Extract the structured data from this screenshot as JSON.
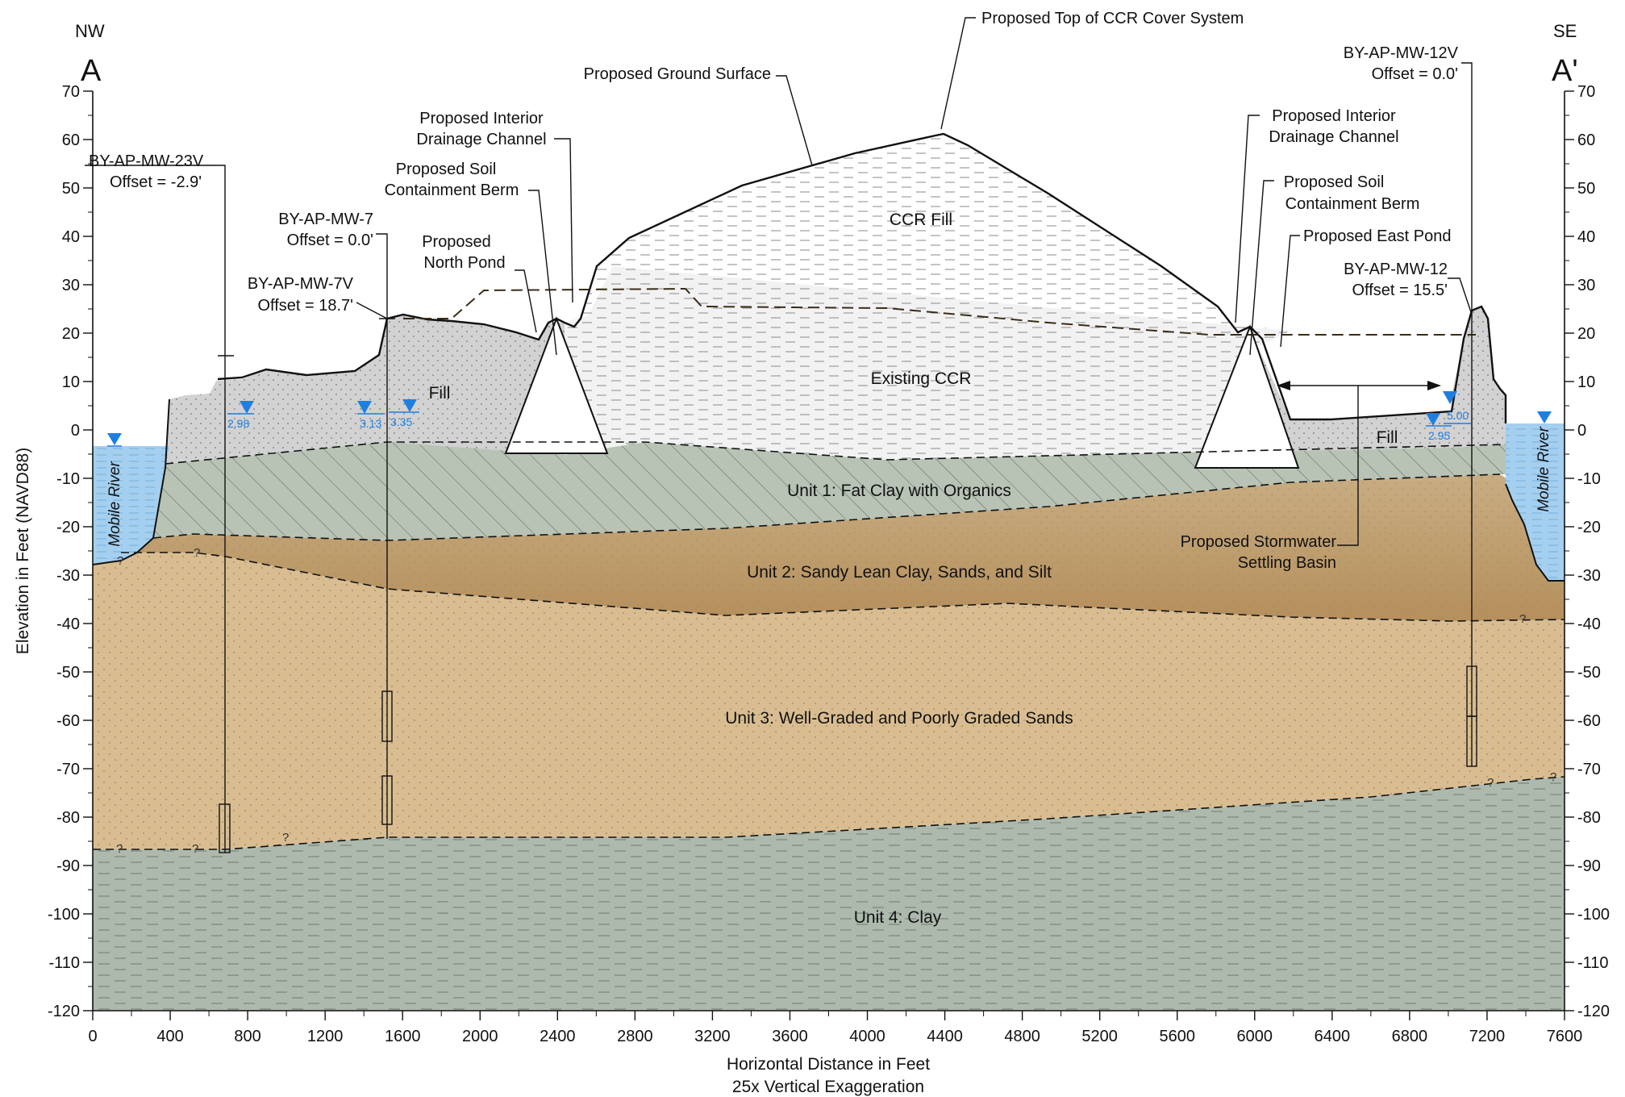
{
  "section": {
    "left_direction": "NW",
    "right_direction": "SE",
    "left_letter": "A",
    "right_letter": "A'"
  },
  "axes": {
    "y_title": "Elevation in Feet (NAVD88)",
    "x_title": "Horizontal Distance in Feet",
    "x_subtitle": "25x Vertical Exaggeration",
    "x_range": [
      0,
      7600
    ],
    "y_range": [
      -120,
      70
    ],
    "x_ticks": [
      "0",
      "400",
      "800",
      "1200",
      "1600",
      "2000",
      "2400",
      "2800",
      "3200",
      "3600",
      "4000",
      "4400",
      "4800",
      "5200",
      "5600",
      "6000",
      "6400",
      "6800",
      "7200",
      "7600"
    ],
    "y_ticks": [
      "70",
      "60",
      "50",
      "40",
      "30",
      "20",
      "10",
      "0",
      "-10",
      "-20",
      "-30",
      "-40",
      "-50",
      "-60",
      "-70",
      "-80",
      "-90",
      "-100",
      "-110",
      "-120"
    ]
  },
  "units": {
    "unit1": "Unit 1: Fat Clay with Organics",
    "unit2": "Unit 2: Sandy Lean Clay, Sands, and Silt",
    "unit3": "Unit 3: Well-Graded and Poorly Graded Sands",
    "unit4": "Unit 4: Clay",
    "ccr_fill": "CCR Fill",
    "existing_ccr": "Existing CCR",
    "fill_left": "Fill",
    "fill_right": "Fill",
    "river_left": "Mobile River",
    "river_right": "Mobile River"
  },
  "callouts": {
    "top_cover": "Proposed Top of CCR Cover System",
    "ground_surface": "Proposed Ground Surface",
    "interior_channel_left_1": "Proposed Interior",
    "interior_channel_left_2": "Drainage Channel",
    "soil_berm_left_1": "Proposed Soil",
    "soil_berm_left_2": "Containment Berm",
    "north_pond_1": "Proposed",
    "north_pond_2": "North Pond",
    "interior_channel_right_1": "Proposed Interior",
    "interior_channel_right_2": "Drainage Channel",
    "soil_berm_right_1": "Proposed Soil",
    "soil_berm_right_2": "Containment Berm",
    "east_pond": "Proposed East Pond",
    "stormwater_1": "Proposed Stormwater",
    "stormwater_2": "Settling Basin"
  },
  "wells": {
    "mw23v_name": "BY-AP-MW-23V",
    "mw23v_offset": "Offset = -2.9'",
    "mw7_name": "BY-AP-MW-7",
    "mw7_offset": "Offset = 0.0'",
    "mw7v_name": "BY-AP-MW-7V",
    "mw7v_offset": "Offset = 18.7'",
    "mw12v_name": "BY-AP-MW-12V",
    "mw12v_offset": "Offset = 0.0'",
    "mw12_name": "BY-AP-MW-12",
    "mw12_offset": "Offset = 15.5'"
  },
  "water_levels": {
    "mw23v": "2.98",
    "mw7v": "3.13",
    "mw7": "3.35",
    "mw12v": "5.00",
    "mw12": "2.95"
  },
  "uncertain_marker": "?",
  "colors": {
    "unit1": "#b8c3b6",
    "unit2_top": "#c8ad82",
    "unit2_bottom": "#b58f5c",
    "unit3": "#d9bd91",
    "unit4": "#aeb9ae",
    "ccr_fill": "#ffffff",
    "existing_ccr": "#f2f2f2",
    "fill": "#d2d2d2",
    "river": "#a5cfee",
    "water_marker": "#1e7fe0"
  }
}
